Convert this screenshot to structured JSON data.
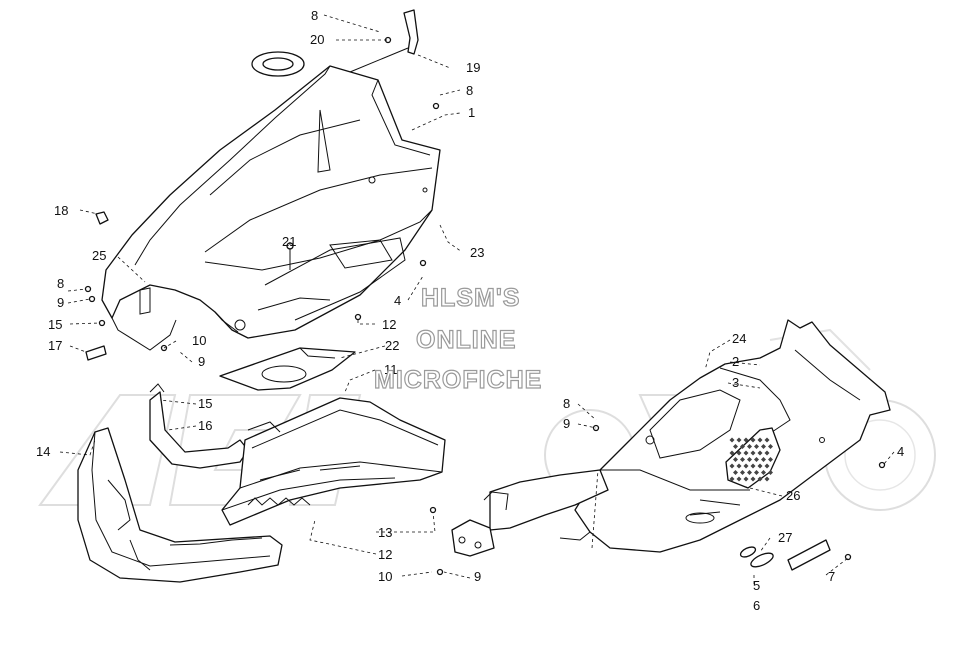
{
  "watermark": {
    "line1": "HLSM'S",
    "line2": "ONLINE",
    "line3": "MICROFICHE"
  },
  "callouts": [
    {
      "id": "c8a",
      "text": "8"
    },
    {
      "id": "c20",
      "text": "20"
    },
    {
      "id": "c19",
      "text": "19"
    },
    {
      "id": "c8b",
      "text": "8"
    },
    {
      "id": "c1",
      "text": "1"
    },
    {
      "id": "c18",
      "text": "18"
    },
    {
      "id": "c21",
      "text": "21"
    },
    {
      "id": "c23",
      "text": "23"
    },
    {
      "id": "c25",
      "text": "25"
    },
    {
      "id": "c8c",
      "text": "8"
    },
    {
      "id": "c9a",
      "text": "9"
    },
    {
      "id": "c4a",
      "text": "4"
    },
    {
      "id": "c15a",
      "text": "15"
    },
    {
      "id": "c12a",
      "text": "12"
    },
    {
      "id": "c10a",
      "text": "10"
    },
    {
      "id": "c17",
      "text": "17"
    },
    {
      "id": "c9b",
      "text": "9"
    },
    {
      "id": "c22",
      "text": "22"
    },
    {
      "id": "c11",
      "text": "11"
    },
    {
      "id": "c15b",
      "text": "15"
    },
    {
      "id": "c16",
      "text": "16"
    },
    {
      "id": "c14",
      "text": "14"
    },
    {
      "id": "c24",
      "text": "24"
    },
    {
      "id": "c2",
      "text": "2"
    },
    {
      "id": "c3",
      "text": "3"
    },
    {
      "id": "c8d",
      "text": "8"
    },
    {
      "id": "c9c",
      "text": "9"
    },
    {
      "id": "c4b",
      "text": "4"
    },
    {
      "id": "c26",
      "text": "26"
    },
    {
      "id": "c13",
      "text": "13"
    },
    {
      "id": "c12b",
      "text": "12"
    },
    {
      "id": "c27",
      "text": "27"
    },
    {
      "id": "c10b",
      "text": "10"
    },
    {
      "id": "c9d",
      "text": "9"
    },
    {
      "id": "c7",
      "text": "7"
    },
    {
      "id": "c5",
      "text": "5"
    },
    {
      "id": "c6",
      "text": "6"
    }
  ]
}
